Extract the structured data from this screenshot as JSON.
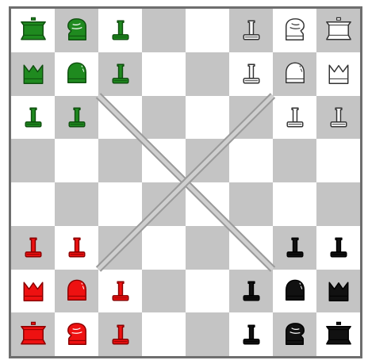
{
  "board": {
    "files": 8,
    "ranks": 8,
    "light_color": "#ffffff",
    "dark_color": "#c4c4c4",
    "frame_color": "#6e6e6e",
    "diagonal_lines": [
      {
        "from": [
          2,
          2
        ],
        "to": [
          6,
          6
        ]
      },
      {
        "from": [
          6,
          2
        ],
        "to": [
          2,
          6
        ]
      }
    ]
  },
  "colors": {
    "green": {
      "fill": "#1f8a1f",
      "stroke": "#0f4f0f"
    },
    "white": {
      "fill": "#ffffff",
      "stroke": "#333333"
    },
    "red": {
      "fill": "#ee1111",
      "stroke": "#8a0000"
    },
    "black": {
      "fill": "#111111",
      "stroke": "#000000"
    }
  },
  "pieces": [
    {
      "row": 0,
      "col": 0,
      "type": "king",
      "color": "green"
    },
    {
      "row": 0,
      "col": 1,
      "type": "knight",
      "color": "green",
      "facing": "left"
    },
    {
      "row": 0,
      "col": 2,
      "type": "pawn",
      "color": "green"
    },
    {
      "row": 1,
      "col": 0,
      "type": "ferz",
      "color": "green"
    },
    {
      "row": 1,
      "col": 1,
      "type": "rook",
      "color": "green"
    },
    {
      "row": 1,
      "col": 2,
      "type": "pawn",
      "color": "green"
    },
    {
      "row": 2,
      "col": 0,
      "type": "pawn",
      "color": "green"
    },
    {
      "row": 2,
      "col": 1,
      "type": "pawn",
      "color": "green"
    },
    {
      "row": 0,
      "col": 5,
      "type": "pawn",
      "color": "white"
    },
    {
      "row": 0,
      "col": 6,
      "type": "knight",
      "color": "white",
      "facing": "right"
    },
    {
      "row": 0,
      "col": 7,
      "type": "king",
      "color": "white"
    },
    {
      "row": 1,
      "col": 5,
      "type": "pawn",
      "color": "white"
    },
    {
      "row": 1,
      "col": 6,
      "type": "rook",
      "color": "white"
    },
    {
      "row": 1,
      "col": 7,
      "type": "ferz",
      "color": "white"
    },
    {
      "row": 2,
      "col": 6,
      "type": "pawn",
      "color": "white"
    },
    {
      "row": 2,
      "col": 7,
      "type": "pawn",
      "color": "white"
    },
    {
      "row": 5,
      "col": 0,
      "type": "pawn",
      "color": "red"
    },
    {
      "row": 5,
      "col": 1,
      "type": "pawn",
      "color": "red"
    },
    {
      "row": 6,
      "col": 0,
      "type": "ferz",
      "color": "red"
    },
    {
      "row": 6,
      "col": 1,
      "type": "rook",
      "color": "red"
    },
    {
      "row": 6,
      "col": 2,
      "type": "pawn",
      "color": "red"
    },
    {
      "row": 7,
      "col": 0,
      "type": "king",
      "color": "red"
    },
    {
      "row": 7,
      "col": 1,
      "type": "knight",
      "color": "red",
      "facing": "left"
    },
    {
      "row": 7,
      "col": 2,
      "type": "pawn",
      "color": "red"
    },
    {
      "row": 5,
      "col": 6,
      "type": "pawn",
      "color": "black"
    },
    {
      "row": 5,
      "col": 7,
      "type": "pawn",
      "color": "black"
    },
    {
      "row": 6,
      "col": 5,
      "type": "pawn",
      "color": "black"
    },
    {
      "row": 6,
      "col": 6,
      "type": "rook",
      "color": "black"
    },
    {
      "row": 6,
      "col": 7,
      "type": "ferz",
      "color": "black"
    },
    {
      "row": 7,
      "col": 5,
      "type": "pawn",
      "color": "black"
    },
    {
      "row": 7,
      "col": 6,
      "type": "knight",
      "color": "black",
      "facing": "right"
    },
    {
      "row": 7,
      "col": 7,
      "type": "king",
      "color": "black"
    }
  ]
}
